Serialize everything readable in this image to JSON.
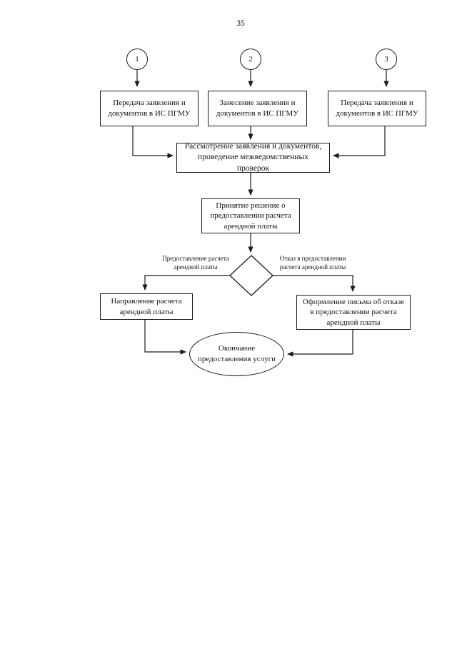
{
  "page": {
    "number": "35"
  },
  "flowchart": {
    "start_circles": [
      {
        "label": "1"
      },
      {
        "label": "2"
      },
      {
        "label": "3"
      }
    ],
    "top_boxes": [
      {
        "text": "Передача заявления и документов в ИС ПГМУ"
      },
      {
        "text": "Занесение заявления и документов в ИС ПГМУ"
      },
      {
        "text": "Передача заявления и документов в ИС ПГМУ"
      }
    ],
    "review_box": {
      "text": "Рассмотрение заявления и документов, проведение межведомственных проверок"
    },
    "decision_box": {
      "text": "Принятие решение о предоставлении расчета арендной платы"
    },
    "branch_labels": {
      "left": "Предоставление расчета арендной платы",
      "right": "Отказ в предоставлении расчета арендной платы"
    },
    "left_box": {
      "text": "Направление расчета арендной платы"
    },
    "right_box": {
      "text": "Оформление письма об отказе в предоставлении расчета арендной платы"
    },
    "end_ellipse": {
      "text": "Окончание предоставления услуги"
    },
    "line_color": "#1a1a1a",
    "background_color": "#ffffff"
  }
}
